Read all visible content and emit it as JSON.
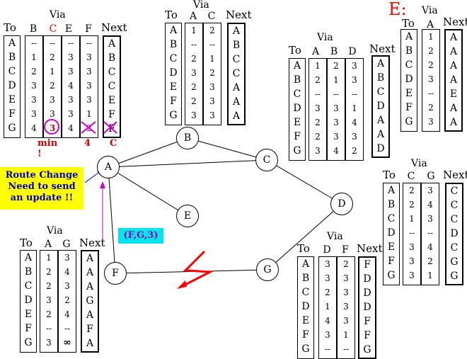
{
  "colors": {
    "highlight": "#cc00cc",
    "red": "#ff0000",
    "callout_bg": "#ffff00",
    "callout_text": "#0000cc",
    "msg_bg": "#00e5ee",
    "msg_text": "#aa00aa"
  },
  "nodes": {
    "A": "A",
    "B": "B",
    "C": "C",
    "D": "D",
    "E": "E",
    "F": "F",
    "G": "G"
  },
  "callout": {
    "line1": "Route Change",
    "line2": "Need to send",
    "line3": "an update !!"
  },
  "message": "(F,G,3)",
  "annotations": {
    "min": "min !",
    "four": "4",
    "c": "C"
  },
  "e_label": "E:",
  "tables": {
    "A": {
      "via_label": "Via",
      "to_label": "To",
      "next_label": "Next",
      "via_cols": [
        "B",
        "C",
        "E",
        "F"
      ],
      "dest": [
        "A",
        "B",
        "C",
        "D",
        "E",
        "F",
        "G"
      ],
      "values": [
        [
          "--",
          "--",
          "--",
          "--"
        ],
        [
          "1",
          "2",
          "3",
          "3"
        ],
        [
          "2",
          "1",
          "3",
          "3"
        ],
        [
          "3",
          "2",
          "4",
          "3"
        ],
        [
          "3",
          "3",
          "3",
          "3"
        ],
        [
          "3",
          "3",
          "3",
          "1"
        ],
        [
          "4",
          "3",
          "4",
          "2"
        ]
      ],
      "next": [
        "A",
        "B",
        "C",
        "C",
        "E",
        "F",
        "F"
      ]
    },
    "B": {
      "via_label": "Via",
      "to_label": "To",
      "next_label": "Next",
      "via_cols": [
        "A",
        "C"
      ],
      "dest": [
        "A",
        "B",
        "C",
        "D",
        "E",
        "F",
        "G"
      ],
      "values": [
        [
          "1",
          "2"
        ],
        [
          "--",
          "--"
        ],
        [
          "2",
          "1"
        ],
        [
          "3",
          "2"
        ],
        [
          "2",
          "3"
        ],
        [
          "2",
          "3"
        ],
        [
          "3",
          "3"
        ]
      ],
      "next": [
        "A",
        "B",
        "C",
        "C",
        "A",
        "A",
        "A"
      ]
    },
    "C": {
      "via_label": "Via",
      "to_label": "To",
      "next_label": "Next",
      "via_cols": [
        "A",
        "B",
        "D"
      ],
      "dest": [
        "A",
        "B",
        "C",
        "D",
        "E",
        "F",
        "G"
      ],
      "values": [
        [
          "1",
          "2",
          "3"
        ],
        [
          "2",
          "1",
          "3"
        ],
        [
          "--",
          "--",
          "--"
        ],
        [
          "3",
          "3",
          "1"
        ],
        [
          "2",
          "3",
          "4"
        ],
        [
          "2",
          "3",
          "3"
        ],
        [
          "3",
          "4",
          "2"
        ]
      ],
      "next": [
        "A",
        "B",
        "C",
        "D",
        "A",
        "A",
        "D"
      ]
    },
    "E": {
      "via_label": "Via",
      "to_label": "To",
      "next_label": "Next",
      "via_cols": [
        "A"
      ],
      "dest": [
        "A",
        "B",
        "C",
        "D",
        "E",
        "F",
        "G"
      ],
      "values": [
        [
          "1"
        ],
        [
          "2"
        ],
        [
          "2"
        ],
        [
          "3"
        ],
        [
          "--"
        ],
        [
          "2"
        ],
        [
          "3"
        ]
      ],
      "next": [
        "A",
        "A",
        "A",
        "A",
        "E",
        "A",
        "A"
      ]
    },
    "D": {
      "via_label": "Via",
      "to_label": "To",
      "next_label": "Next",
      "via_cols": [
        "C",
        "G"
      ],
      "dest": [
        "A",
        "B",
        "C",
        "D",
        "E",
        "F",
        "G"
      ],
      "values": [
        [
          "2",
          "3"
        ],
        [
          "2",
          "4"
        ],
        [
          "1",
          "3"
        ],
        [
          "--",
          "--"
        ],
        [
          "3",
          "4"
        ],
        [
          "3",
          "2"
        ],
        [
          "3",
          "1"
        ]
      ],
      "next": [
        "C",
        "C",
        "C",
        "D",
        "C",
        "G",
        "G"
      ]
    },
    "F": {
      "via_label": "Via",
      "to_label": "To",
      "next_label": "Next",
      "via_cols": [
        "A",
        "G"
      ],
      "dest": [
        "A",
        "B",
        "C",
        "D",
        "E",
        "F",
        "G"
      ],
      "values": [
        [
          "1",
          "3"
        ],
        [
          "2",
          "4"
        ],
        [
          "2",
          "3"
        ],
        [
          "3",
          "2"
        ],
        [
          "2",
          "4"
        ],
        [
          "--",
          "--"
        ],
        [
          "3",
          "∞"
        ]
      ],
      "next": [
        "A",
        "A",
        "A",
        "G",
        "A",
        "F",
        "A"
      ]
    },
    "G": {
      "via_label": "Via",
      "to_label": "To",
      "next_label": "Next",
      "via_cols": [
        "D",
        "F"
      ],
      "dest": [
        "A",
        "B",
        "C",
        "D",
        "E",
        "F",
        "G"
      ],
      "values": [
        [
          "3",
          "2"
        ],
        [
          "3",
          "3"
        ],
        [
          "2",
          "3"
        ],
        [
          "1",
          "3"
        ],
        [
          "4",
          "3"
        ],
        [
          "3",
          "1"
        ],
        [
          "--",
          "--"
        ]
      ],
      "next": [
        "F",
        "D",
        "D",
        "D",
        "F",
        "F",
        "G"
      ]
    }
  }
}
